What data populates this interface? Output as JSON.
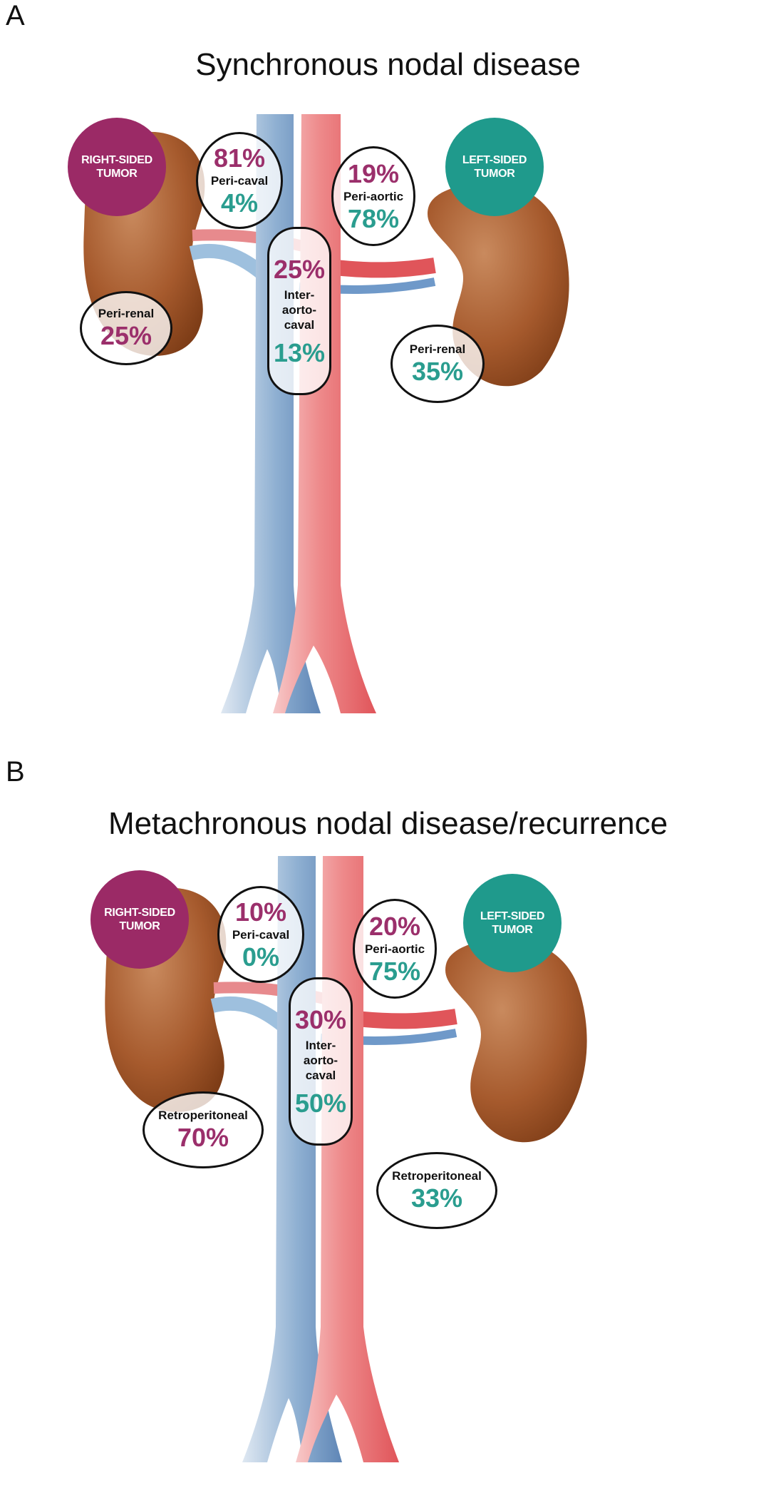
{
  "colors": {
    "right_tumor": "#9b2a66",
    "left_tumor": "#1f9a8c",
    "right_percent": "#9b2f6b",
    "left_percent": "#2a9d8f",
    "vena_cava": "#7aa0c8",
    "aorta": "#e86b6f",
    "kidney": "#a7592c"
  },
  "panel_a": {
    "letter": "A",
    "title": "Synchronous nodal disease",
    "right_tumor": "RIGHT-SIDED\nTUMOR",
    "left_tumor": "LEFT-SIDED\nTUMOR",
    "pericaval": {
      "label": "Peri-caval",
      "right": "81%",
      "left": "4%"
    },
    "periaortic": {
      "label": "Peri-aortic",
      "right": "19%",
      "left": "78%"
    },
    "interaortocaval": {
      "label": "Inter-\naorto-\ncaval",
      "right": "25%",
      "left": "13%"
    },
    "perirenal_right": {
      "label": "Peri-renal",
      "value": "25%"
    },
    "perirenal_left": {
      "label": "Peri-renal",
      "value": "35%"
    }
  },
  "panel_b": {
    "letter": "B",
    "title": "Metachronous nodal disease/recurrence",
    "right_tumor": "RIGHT-SIDED\nTUMOR",
    "left_tumor": "LEFT-SIDED\nTUMOR",
    "pericaval": {
      "label": "Peri-caval",
      "right": "10%",
      "left": "0%"
    },
    "periaortic": {
      "label": "Peri-aortic",
      "right": "20%",
      "left": "75%"
    },
    "interaortocaval": {
      "label": "Inter-\naorto-\ncaval",
      "right": "30%",
      "left": "50%"
    },
    "retroperitoneal_right": {
      "label": "Retroperitoneal",
      "value": "70%"
    },
    "retroperitoneal_left": {
      "label": "Retroperitoneal",
      "value": "33%"
    }
  }
}
